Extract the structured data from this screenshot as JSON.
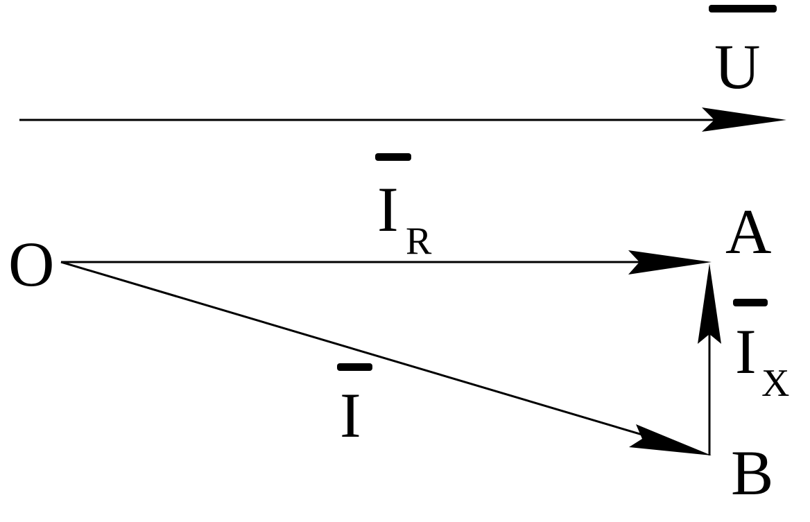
{
  "diagram": {
    "title": "",
    "vectors": [
      {
        "id": "U",
        "label": "U",
        "overbar": true,
        "subscript": ""
      },
      {
        "id": "IR",
        "label": "I",
        "overbar": true,
        "subscript": "R"
      },
      {
        "id": "I",
        "label": "I",
        "overbar": true,
        "subscript": ""
      },
      {
        "id": "IX",
        "label": "I",
        "overbar": true,
        "subscript": "X"
      }
    ],
    "points": {
      "O": "O",
      "A": "A",
      "B": "B"
    },
    "line_color": "#000000",
    "background": "#ffffff"
  }
}
